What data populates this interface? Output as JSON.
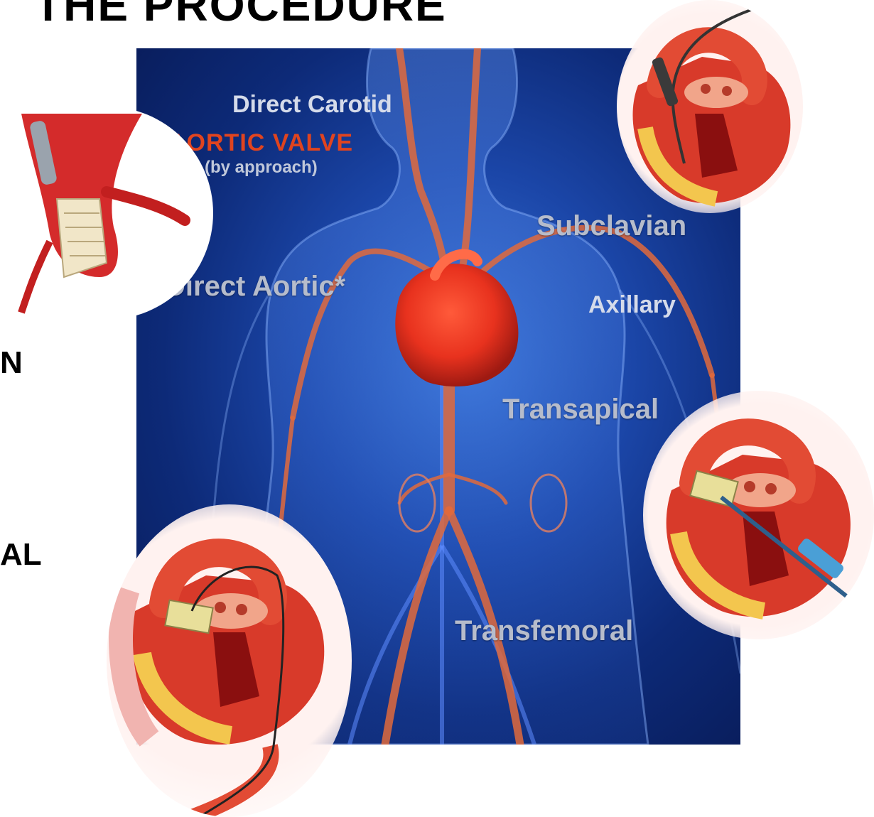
{
  "slide": {
    "title": "THE PROCEDURE",
    "side_letters": [
      "N",
      "AL"
    ]
  },
  "figure": {
    "heading": "AORTIC VALVE",
    "subheading": "(by approach)",
    "approaches": [
      "Direct Carotid",
      "Subclavian",
      "Direct Aortic*",
      "Axillary",
      "Transapical",
      "Transfemoral"
    ]
  },
  "colors": {
    "panel_background": "#1b46a8",
    "vessels": "#e06a3c",
    "heart": "#e8321e",
    "heading_red": "#e0441f",
    "label_grey": "#b6bccb"
  },
  "insets": [
    {
      "name": "direct-aortic-valve-inset"
    },
    {
      "name": "subclavian-heart-inset"
    },
    {
      "name": "transapical-heart-inset"
    },
    {
      "name": "transfemoral-heart-inset"
    }
  ]
}
